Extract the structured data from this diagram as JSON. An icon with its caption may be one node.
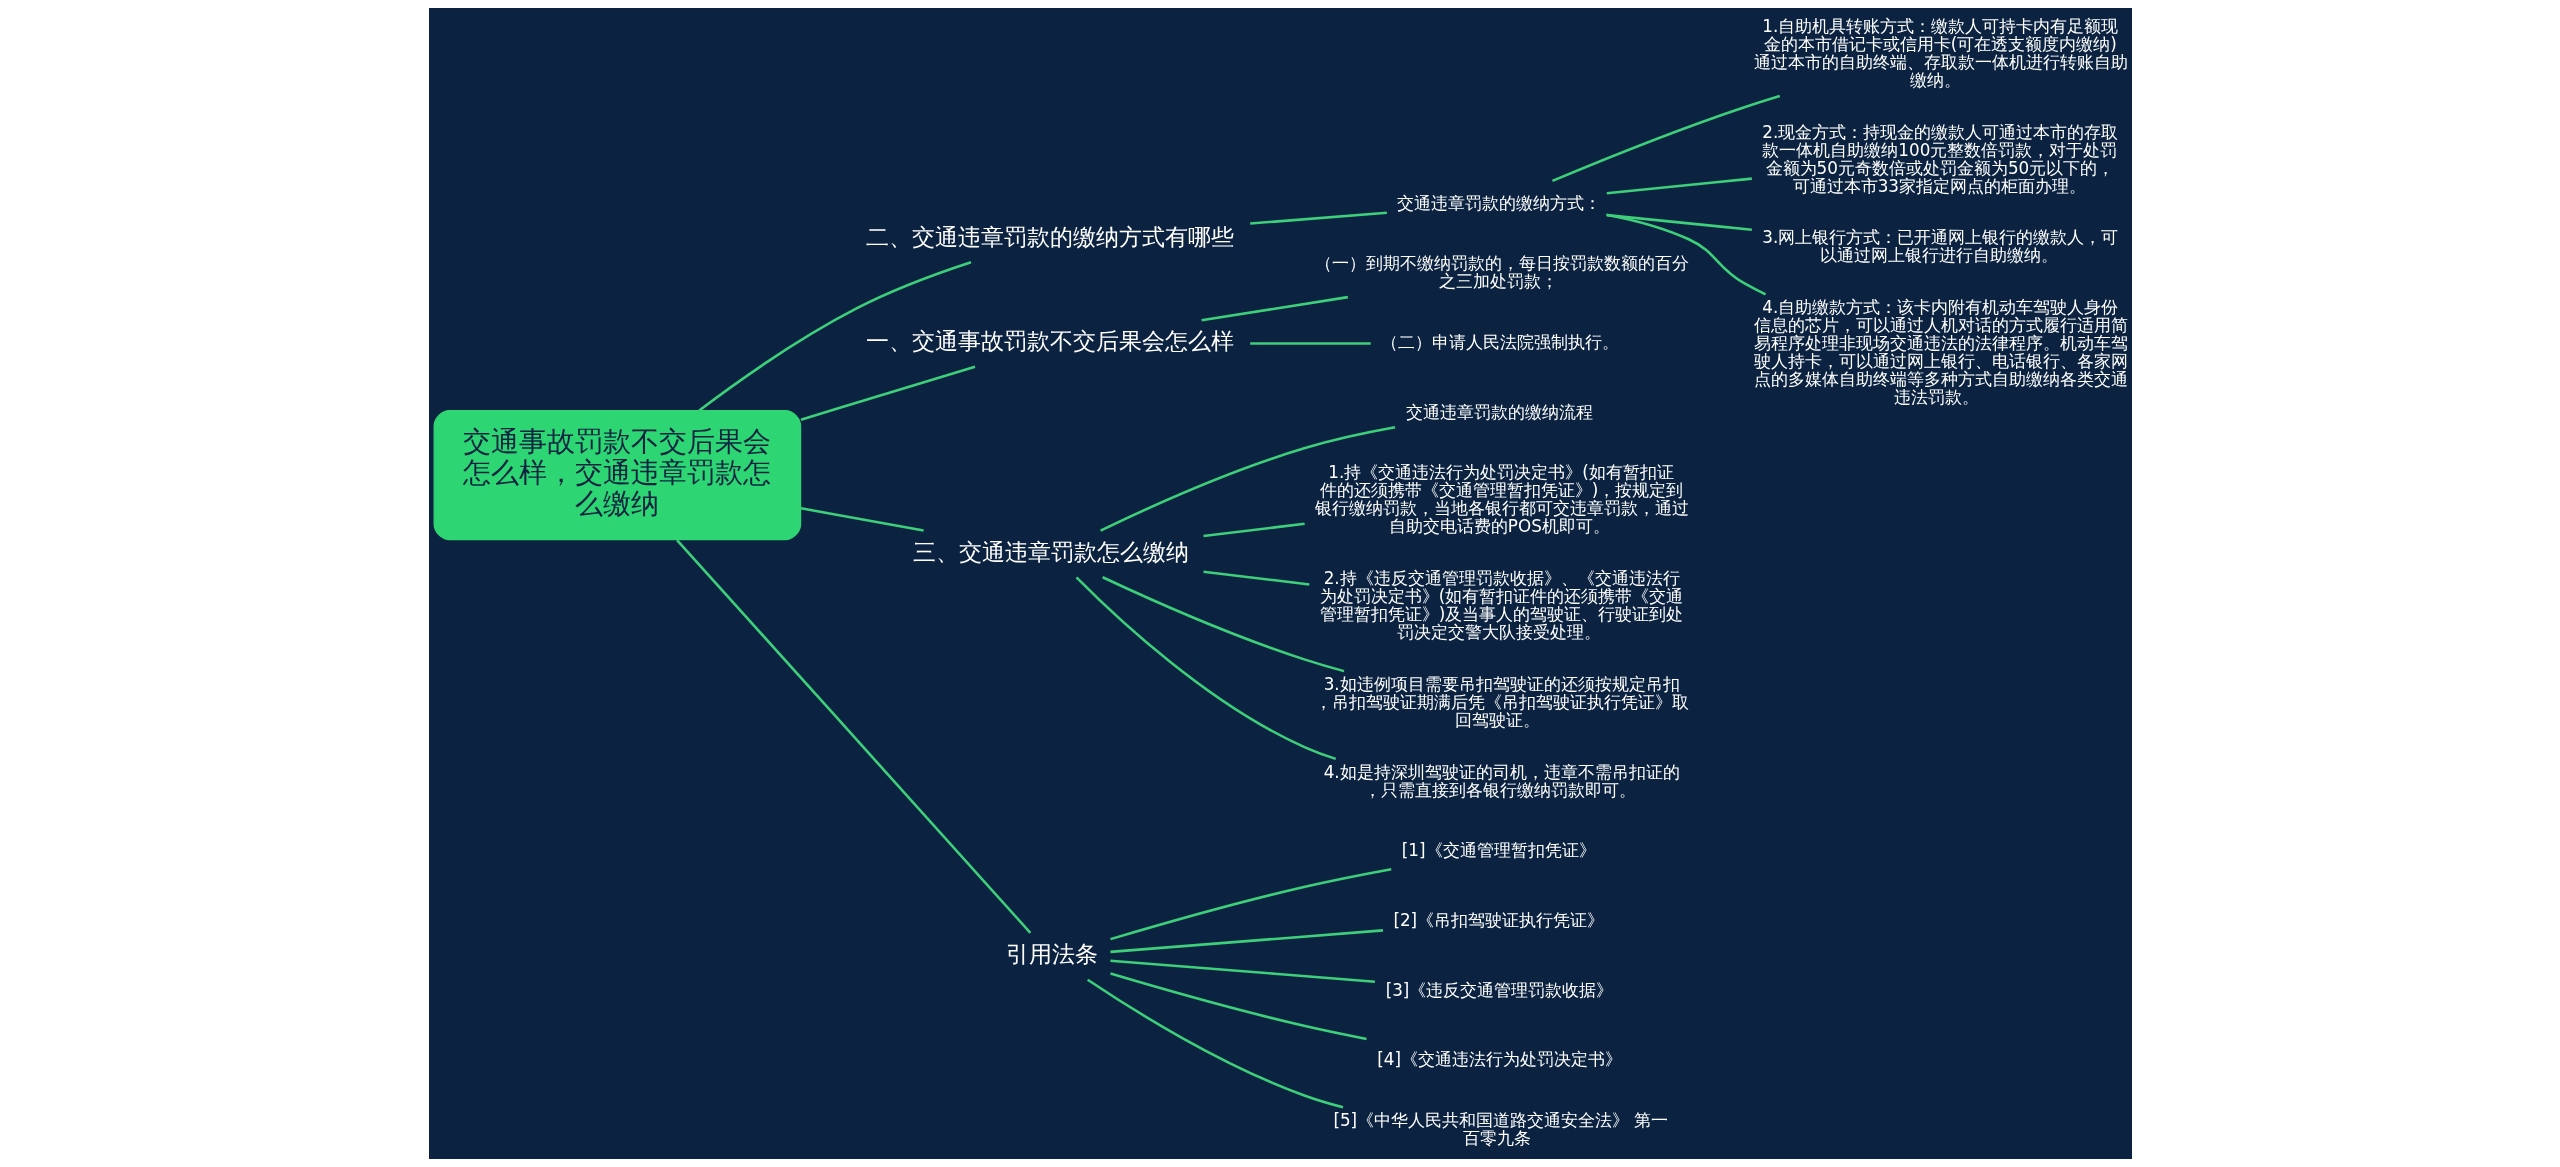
{
  "diagram": {
    "nodes": [
      {
        "text": [
          "交通事故罚款不交后果会怎么样，交通违章罚款怎么缴纳"
        ]
      },
      {
        "text": [
          "二、交通违章罚款的缴纳方式有哪些"
        ]
      },
      {
        "text": [
          "交通违章罚款的缴纳方式："
        ]
      },
      {
        "text": [
          "1.自助机具转账方式：缴款人可持卡内有足额现金的本市借记卡或信用卡(可在透支额度内缴纳)通过本市的自助终端、存取款一体机进行转账自助缴纳。"
        ]
      },
      {
        "text": [
          "2.现金方式：持现金的缴款人可通过本市的存取款一体机自助缴纳100元整数倍罚款，对于处罚金额为50元奇数倍或处罚金额为50元以下的，可通过本市33家指定网点的柜面办理。"
        ]
      },
      {
        "text": [
          "3.网上银行方式：已开通网上银行的缴款人，可以通过网上银行进行自助缴纳。"
        ]
      },
      {
        "text": [
          "4.自助缴款方式：该卡内附有机动车驾驶人身份信息的芯片，可以通过人机对话的方式履行适用简易程序处理非现场交通违法的法律程序。机动车驾驶人持卡，可以通过网上银行、电话银行、各家网点的多媒体自助终端等多种方式自助缴纳各类交通违法罚款。"
        ]
      },
      {
        "text": [
          "一、交通事故罚款不交后果会怎么样"
        ]
      },
      {
        "text": [
          "（一）到期不缴纳罚款的，每日按罚款数额的百分之三加处罚款；"
        ]
      },
      {
        "text": [
          "（二）申请人民法院强制执行。"
        ]
      },
      {
        "text": [
          "三、交通违章罚款怎么缴纳"
        ]
      },
      {
        "text": [
          "交通违章罚款的缴纳流程"
        ]
      },
      {
        "text": [
          "1.持《交通违法行为处罚决定书》(如有暂扣证件的还须携带《交通管理暂扣凭证》)，按规定到银行缴纳罚款，当地各银行都可交违章罚款，通过自助交电话费的POS机即可。"
        ]
      },
      {
        "text": [
          "2.持《违反交通管理罚款收据》、《交通违法行为处罚决定书》(如有暂扣证件的还须携带《交通管理暂扣凭证》)及当事人的驾驶证、行驶证到处罚决定交警大队接受处理。"
        ]
      },
      {
        "text": [
          "3.如违例项目需要吊扣驾驶证的还须按规定吊扣，吊扣驾驶证期满后凭《吊扣驾驶证执行凭证》取回驾驶证。"
        ]
      },
      {
        "text": [
          "4.如是持深圳驾驶证的司机，违章不需吊扣证的，只需直接到各银行缴纳罚款即可。"
        ]
      },
      {
        "text": [
          "引用法条"
        ]
      },
      {
        "text": [
          "[1]《交通管理暂扣凭证》"
        ]
      },
      {
        "text": [
          "[2]《吊扣驾驶证执行凭证》"
        ]
      },
      {
        "text": [
          "[3]《违反交通管理罚款收据》"
        ]
      },
      {
        "text": [
          "[4]《交通违法行为处罚决定书》"
        ]
      },
      {
        "text": [
          "[5]《中华人民共和国道路交通安全法》 第一百零九条"
        ]
      }
    ],
    "edges": [
      {
        "from": 0,
        "to": 1,
        "arrow": "none"
      },
      {
        "from": 1,
        "to": 2,
        "arrow": "none"
      },
      {
        "from": 2,
        "to": 3,
        "arrow": "none"
      },
      {
        "from": 2,
        "to": 4,
        "arrow": "none"
      },
      {
        "from": 2,
        "to": 5,
        "arrow": "none"
      },
      {
        "from": 2,
        "to": 6,
        "arrow": "none"
      },
      {
        "from": 0,
        "to": 7,
        "arrow": "none"
      },
      {
        "from": 7,
        "to": 8,
        "arrow": "none"
      },
      {
        "from": 7,
        "to": 9,
        "arrow": "none"
      },
      {
        "from": 0,
        "to": 10,
        "arrow": "none"
      },
      {
        "from": 10,
        "to": 11,
        "arrow": "none"
      },
      {
        "from": 10,
        "to": 12,
        "arrow": "none"
      },
      {
        "from": 10,
        "to": 13,
        "arrow": "none"
      },
      {
        "from": 10,
        "to": 14,
        "arrow": "none"
      },
      {
        "from": 10,
        "to": 15,
        "arrow": "none"
      },
      {
        "from": 0,
        "to": 16,
        "arrow": "none"
      },
      {
        "from": 16,
        "to": 17,
        "arrow": "none"
      },
      {
        "from": 16,
        "to": 18,
        "arrow": "none"
      },
      {
        "from": 16,
        "to": 19,
        "arrow": "none"
      },
      {
        "from": 16,
        "to": 20,
        "arrow": "none"
      },
      {
        "from": 16,
        "to": 21,
        "arrow": "none"
      }
    ]
  }
}
